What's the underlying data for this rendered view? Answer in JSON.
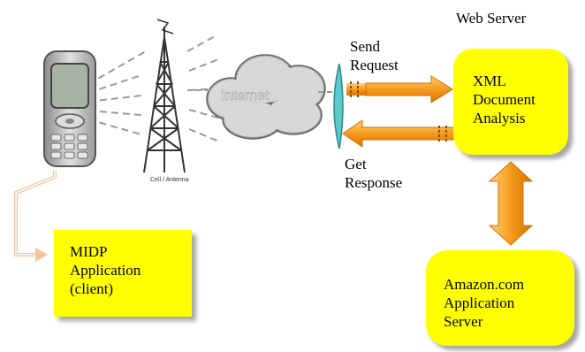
{
  "web_server_title": "Web Server",
  "send_request": {
    "line1": "Send",
    "line2": "Request"
  },
  "get_response": {
    "line1": "Get",
    "line2": "Response"
  },
  "xml_box": {
    "label": "XML\nDocument\nAnalysis"
  },
  "midp_box": {
    "label": "MIDP\nApplication\n(client)"
  },
  "amazon_box": {
    "label": "Amazon.com\nApplication\nServer"
  },
  "cloud_label": "Internet",
  "tower_label": "Cell / Antenna",
  "colors": {
    "box": "#ffff00",
    "arrow": "#f5a020",
    "arrow_stroke": "#e07800",
    "connector": "#f4c49a"
  }
}
